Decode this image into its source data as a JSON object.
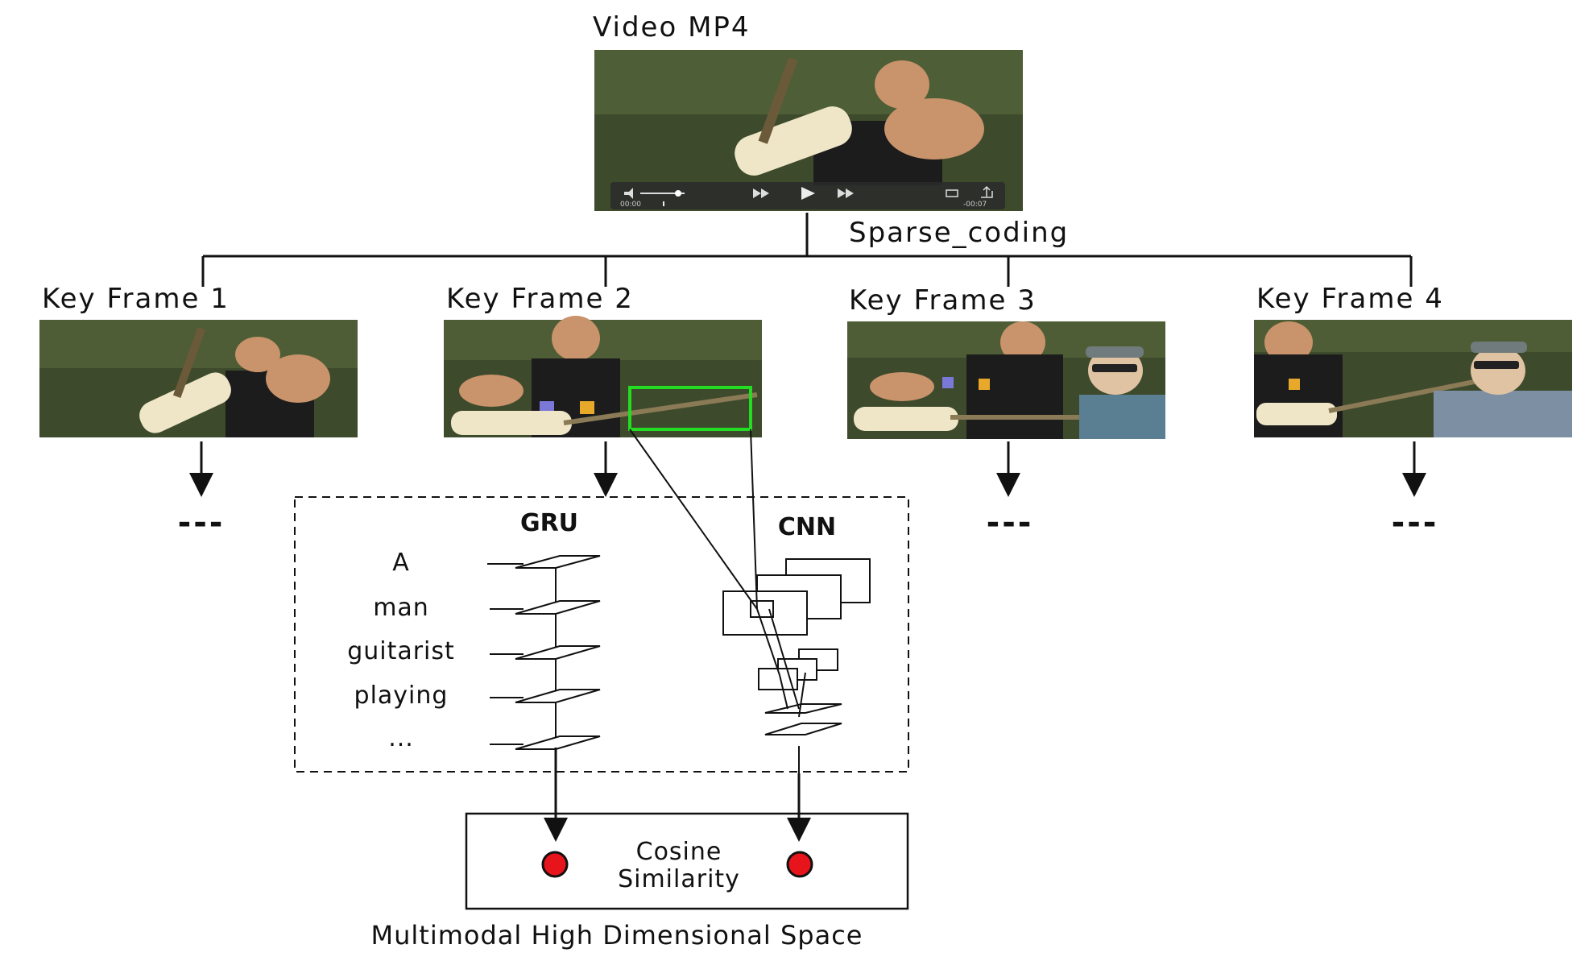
{
  "video": {
    "title": "Video MP4",
    "time_start": "00:00",
    "time_end": "-00:07"
  },
  "sparse_label": "Sparse_coding",
  "key_frames": [
    {
      "label": "Key Frame 1"
    },
    {
      "label": "Key Frame 2"
    },
    {
      "label": "Key Frame 3"
    },
    {
      "label": "Key Frame 4"
    }
  ],
  "ellipsis": "---",
  "gru": {
    "label": "GRU",
    "words": [
      "A",
      "man",
      "guitarist",
      "playing",
      "..."
    ]
  },
  "cnn": {
    "label": "CNN"
  },
  "similarity": {
    "line1": "Cosine",
    "line2": "Similarity",
    "dot_color": "#e8141b"
  },
  "space_label": "Multimodal High Dimensional Space",
  "colors": {
    "roi_box": "#22dd22",
    "dot": "#e8141b"
  }
}
